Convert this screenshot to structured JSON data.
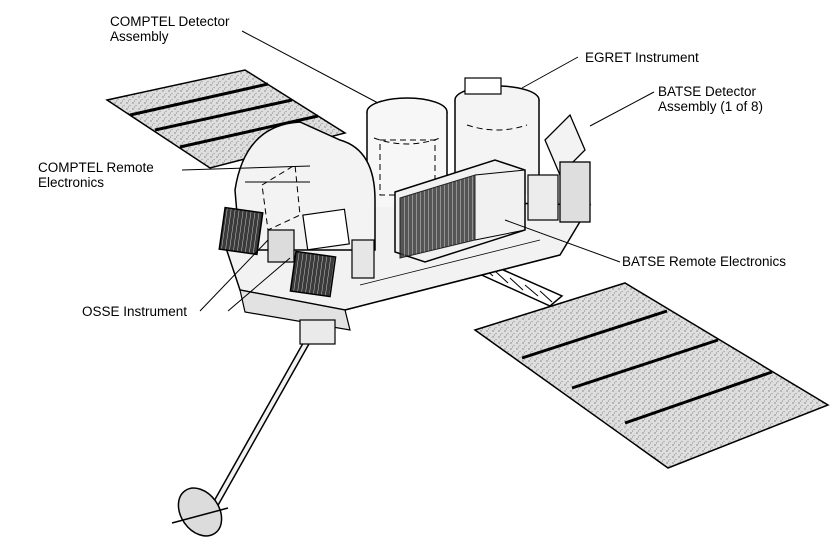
{
  "labels": {
    "comptel_detector": [
      "COMPTEL Detector",
      "Assembly"
    ],
    "egret": "EGRET Instrument",
    "batse_detector": [
      "BATSE Detector",
      "Assembly (1 of 8)"
    ],
    "comptel_remote": [
      "COMPTEL Remote",
      "Electronics"
    ],
    "batse_remote": "BATSE Remote Electronics",
    "osse": "OSSE Instrument"
  },
  "colors": {
    "ink": "#000000",
    "panel_fill": "#dcdcdc",
    "panel_stipple": "#8a8a8a",
    "body_fill": "#f2f2f2",
    "dark_fill": "#1a1a1a"
  }
}
